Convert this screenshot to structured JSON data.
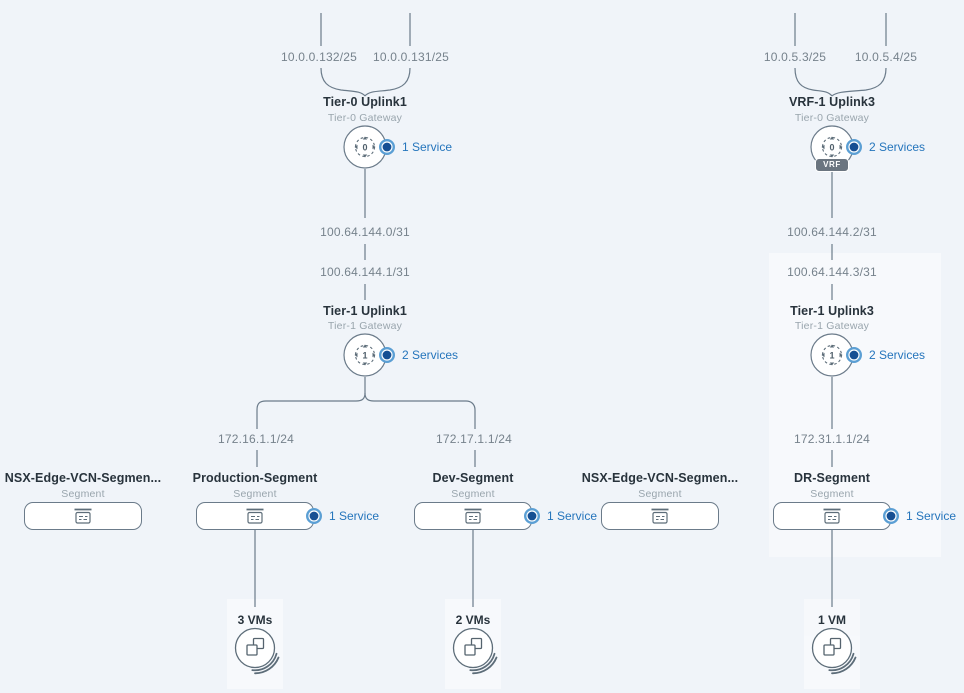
{
  "colors": {
    "background": "#f0f4f9",
    "connector_line": "#6b7b8a",
    "node_title": "#28333c",
    "node_subtitle": "#99a5ad",
    "ip_label": "#76828c",
    "service_link": "#2575bc",
    "service_dot_fill": "#164f93",
    "service_dot_ring": "#5b9fd4",
    "vrf_badge_bg": "#6b7580",
    "icon_stroke": "#5d6d79"
  },
  "icons": {
    "tier_gateway": "gateway-dial-icon",
    "segment": "segment-switch-icon",
    "vm": "vm-stack-icon",
    "service": "service-dot-icon"
  },
  "topology": {
    "tier0_left": {
      "uplink_a": "10.0.0.132/25",
      "uplink_b": "10.0.0.131/25",
      "title": "Tier-0 Uplink1",
      "subtitle": "Tier-0 Gateway",
      "services": "1 Service",
      "icon_digit": "0"
    },
    "tier0_right": {
      "uplink_a": "10.0.5.3/25",
      "uplink_b": "10.0.5.4/25",
      "title": "VRF-1 Uplink3",
      "subtitle": "Tier-0 Gateway",
      "services": "2 Services",
      "vrf_badge": "VRF",
      "icon_digit": "0"
    },
    "tier1_left": {
      "ip_a": "100.64.144.0/31",
      "ip_b": "100.64.144.1/31",
      "title": "Tier-1 Uplink1",
      "subtitle": "Tier-1 Gateway",
      "services": "2 Services",
      "icon_digit": "1"
    },
    "tier1_right": {
      "ip_a": "100.64.144.2/31",
      "ip_b": "100.64.144.3/31",
      "title": "Tier-1 Uplink3",
      "subtitle": "Tier-1 Gateway",
      "services": "2 Services",
      "icon_digit": "1"
    },
    "segments": [
      {
        "title": "NSX-Edge-VCN-Segmen...",
        "subtitle": "Segment"
      },
      {
        "title": "Production-Segment",
        "subtitle": "Segment",
        "ip": "172.16.1.1/24",
        "services": "1 Service",
        "vms": "3 VMs"
      },
      {
        "title": "Dev-Segment",
        "subtitle": "Segment",
        "ip": "172.17.1.1/24",
        "services": "1 Service",
        "vms": "2 VMs"
      },
      {
        "title": "NSX-Edge-VCN-Segmen...",
        "subtitle": "Segment"
      },
      {
        "title": "DR-Segment",
        "subtitle": "Segment",
        "ip": "172.31.1.1/24",
        "services": "1 Service",
        "vms": "1 VM"
      }
    ]
  }
}
